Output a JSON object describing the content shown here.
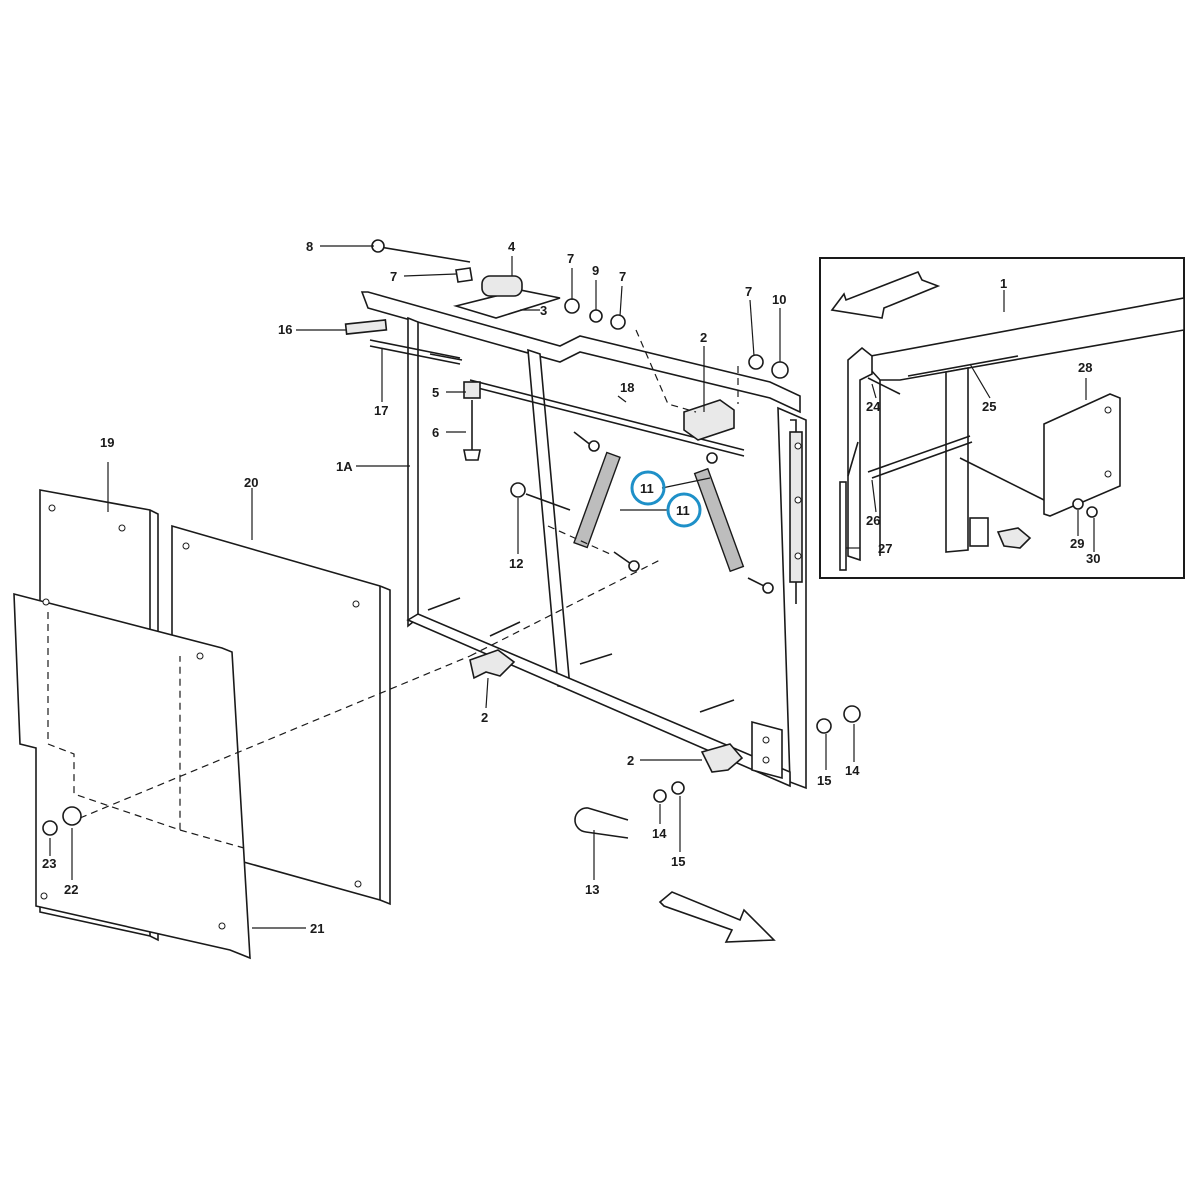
{
  "accent_color": "#1e90c8",
  "labels": {
    "l1": "1",
    "l1a": "1A",
    "l2a": "2",
    "l2b": "2",
    "l2c": "2",
    "l3": "3",
    "l4": "4",
    "l5": "5",
    "l6": "6",
    "l7a": "7",
    "l7b": "7",
    "l7c": "7",
    "l7d": "7",
    "l8": "8",
    "l9": "9",
    "l10": "10",
    "l11a": "11",
    "l11b": "11",
    "l12": "12",
    "l13": "13",
    "l14a": "14",
    "l14b": "14",
    "l15a": "15",
    "l15b": "15",
    "l16": "16",
    "l17": "17",
    "l18": "18",
    "l19": "19",
    "l20": "20",
    "l21": "21",
    "l22": "22",
    "l23": "23",
    "l24": "24",
    "l25": "25",
    "l26": "26",
    "l27": "27",
    "l28": "28",
    "l29": "29",
    "l30": "30"
  }
}
